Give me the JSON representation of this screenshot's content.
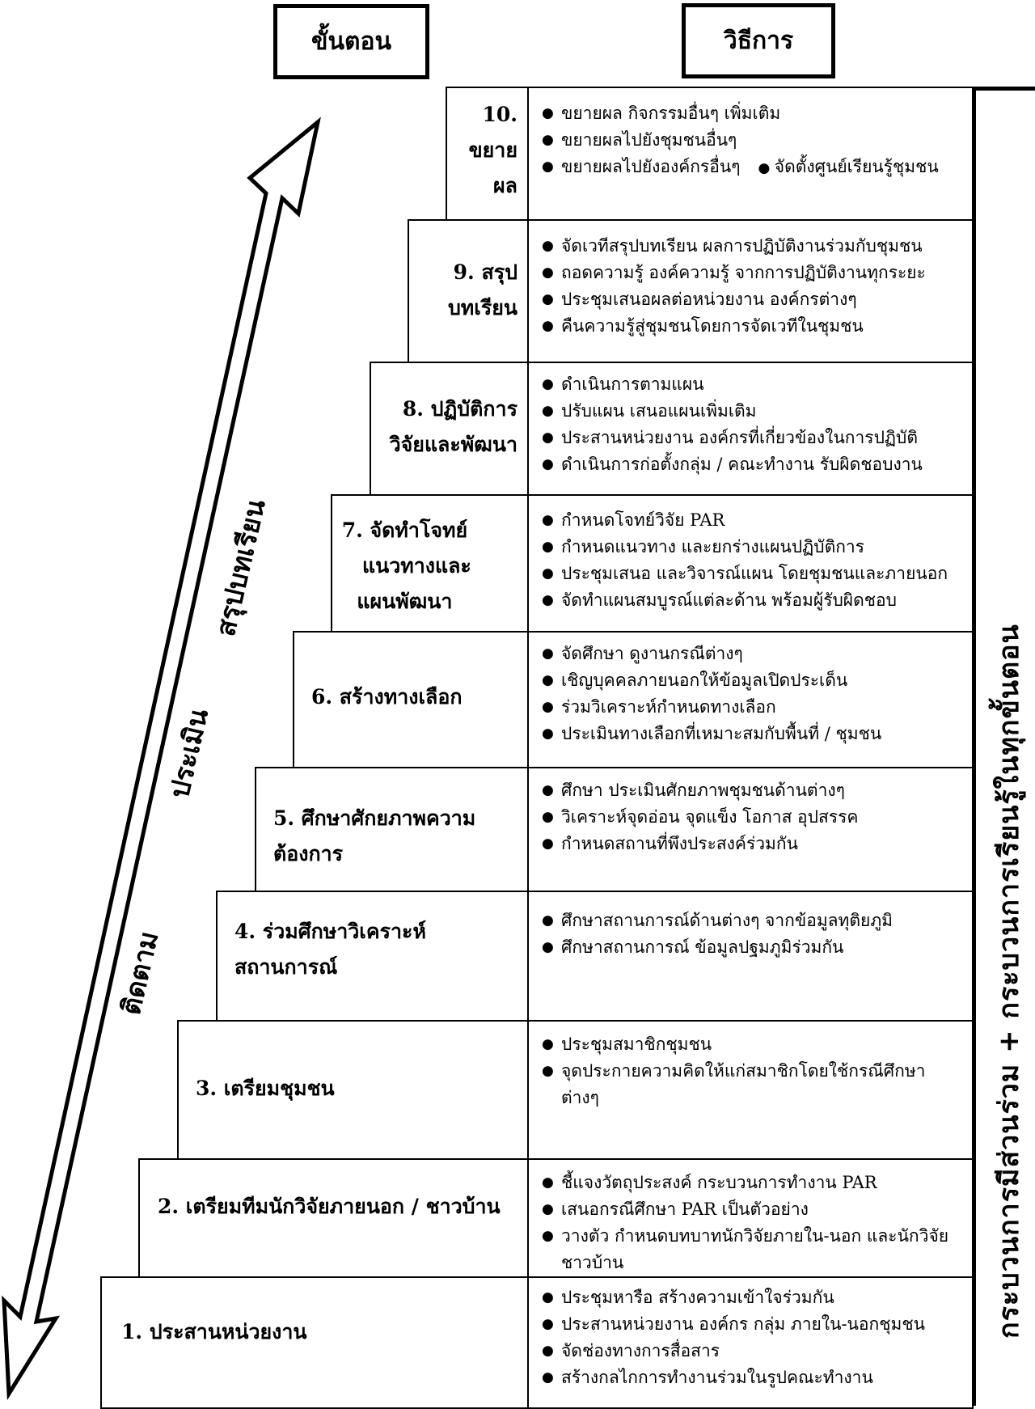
{
  "headers": {
    "steps": "ขั้นตอน",
    "methods": "วิธีการ"
  },
  "arrow": {
    "label_bottom": "ติดตาม",
    "label_middle": "ประเมิน",
    "label_top": "สรุปบทเรียน"
  },
  "side_label": "กระบวนการมีส่วนร่วม + กระบวนการเรียนรู้ในทุกขั้นตอน",
  "steps": [
    {
      "title_lines": [
        "10.",
        "ขยาย",
        "ผล"
      ],
      "methods": [
        "ขยายผล กิจกรรมอื่นๆ เพิ่มเติม",
        "ขยายผลไปยังชุมชนอื่นๆ"
      ],
      "methods_inline": [
        "ขยายผลไปยังองค์กรอื่นๆ",
        "จัดตั้งศูนย์เรียนรู้ชุมชน"
      ]
    },
    {
      "title_lines": [
        "9. สรุป",
        "บทเรียน"
      ],
      "methods": [
        "จัดเวทีสรุปบทเรียน ผลการปฏิบัติงานร่วมกับชุมชน",
        "ถอดความรู้ องค์ความรู้ จากการปฏิบัติงานทุกระยะ",
        "ประชุมเสนอผลต่อหน่วยงาน องค์กรต่างๆ",
        "คืนความรู้สู่ชุมชนโดยการจัดเวทีในชุมชน"
      ]
    },
    {
      "title_lines": [
        "8. ปฏิบัติการ",
        "วิจัยและพัฒนา"
      ],
      "methods": [
        "ดำเนินการตามแผน",
        "ปรับแผน เสนอแผนเพิ่มเติม",
        "ประสานหน่วยงาน องค์กรที่เกี่ยวข้องในการปฏิบัติ",
        "ดำเนินการก่อตั้งกลุ่ม / คณะทำงาน รับผิดชอบงาน"
      ]
    },
    {
      "title_lines": [
        "7. จัดทำโจทย์",
        "แนวทางและ",
        "แผนพัฒนา"
      ],
      "methods": [
        "กำหนดโจทย์วิจัย PAR",
        "กำหนดแนวทาง และยกร่างแผนปฏิบัติการ",
        "ประชุมเสนอ และวิจารณ์แผน โดยชุมชนและภายนอก",
        "จัดทำแผนสมบูรณ์แต่ละด้าน พร้อมผู้รับผิดชอบ"
      ]
    },
    {
      "title_lines": [
        "6. สร้างทางเลือก"
      ],
      "methods": [
        "จัดศึกษา ดูงานกรณีต่างๆ",
        "เชิญบุคคลภายนอกให้ข้อมูลเปิดประเด็น",
        "ร่วมวิเคราะห์กำหนดทางเลือก",
        "ประเมินทางเลือกที่เหมาะสมกับพื้นที่ / ชุมชน"
      ]
    },
    {
      "title_lines": [
        "5. ศึกษาศักยภาพความ",
        "ต้องการ"
      ],
      "methods": [
        "ศึกษา ประเมินศักยภาพชุมชนด้านต่างๆ",
        "วิเคราะห์จุดอ่อน จุดแข็ง โอกาส อุปสรรค",
        "กำหนดสถานที่พึงประสงค์ร่วมกัน"
      ]
    },
    {
      "title_lines": [
        "4. ร่วมศึกษาวิเคราะห์",
        "สถานการณ์"
      ],
      "methods": [
        "ศึกษาสถานการณ์ด้านต่างๆ จากข้อมูลทุติยภูมิ",
        "ศึกษาสถานการณ์ ข้อมูลปฐมภูมิร่วมกัน"
      ]
    },
    {
      "title_lines": [
        "3. เตรียมชุมชน"
      ],
      "methods": [
        "ประชุมสมาชิกชุมชน",
        "จุดประกายความคิดให้แก่สมาชิกโดยใช้กรณีศึกษา ต่างๆ"
      ]
    },
    {
      "title_lines": [
        "2. เตรียมทีมนักวิจัยภายนอก / ชาวบ้าน"
      ],
      "methods": [
        "ชี้แจงวัตถุประสงค์ กระบวนการทำงาน PAR",
        "เสนอกรณีศึกษา PAR เป็นตัวอย่าง",
        "วางตัว กำหนดบทบาทนักวิจัยภายใน-นอก และนักวิจัยชาวบ้าน"
      ]
    },
    {
      "title_lines": [
        "1. ประสานหน่วยงาน"
      ],
      "methods": [
        "ประชุมหารือ สร้างความเข้าใจร่วมกัน",
        "ประสานหน่วยงาน องค์กร กลุ่ม ภายใน-นอกชุมชน",
        "จัดช่องทางการสื่อสาร",
        "สร้างกลไกการทำงานร่วมในรูปคณะทำงาน"
      ]
    }
  ],
  "colors": {
    "line": "#000000",
    "watermark": "#c9a227"
  }
}
